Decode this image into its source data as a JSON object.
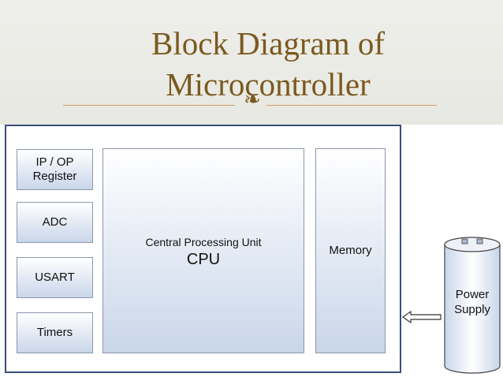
{
  "slide": {
    "title_line1": "Block Diagram of",
    "title_line2": "Microcontroller",
    "ornament": "❧"
  },
  "diagram": {
    "io_register": "IP / OP\nRegister",
    "adc": "ADC",
    "usart": "USART",
    "timers": "Timers",
    "cpu_sub": "Central Processing Unit",
    "cpu_main": "CPU",
    "memory": "Memory",
    "power_line1": "Power",
    "power_line2": "Supply"
  },
  "colors": {
    "title": "#7a5a1e",
    "block_border": "#8c97aa",
    "mcu_border": "#3a4f7a",
    "block_fill_bottom": "#c9d6ea"
  }
}
